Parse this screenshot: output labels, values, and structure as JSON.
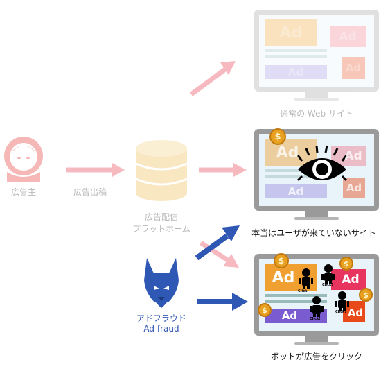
{
  "actors": {
    "advertiser": "広告主",
    "ad_submission": "広告出稿",
    "platform_line1": "広告配信",
    "platform_line2": "プラットホーム",
    "fraud_line1": "アドフラウド",
    "fraud_line2": "Ad fraud"
  },
  "sites": {
    "normal": "通常の Web サイト",
    "no_users": "本当はユーザが来ていないサイト",
    "bot_click": "ボットが広告をクリック"
  },
  "ad_label": "Ad",
  "click_label": "Click!",
  "coin_symbol": "$",
  "colors": {
    "advertiser": "#f29191",
    "platform": "#f5d590",
    "arrow_faded": "#f7b9c0",
    "fraud_blue": "#2f57b4",
    "monitor_frame": "#9a9a9a",
    "ad_orange": "#f0a030",
    "ad_pink": "#f07a8a",
    "ad_purple": "#9b8ee0",
    "ad_red": "#e84a1a",
    "coin": "#e8a020"
  }
}
